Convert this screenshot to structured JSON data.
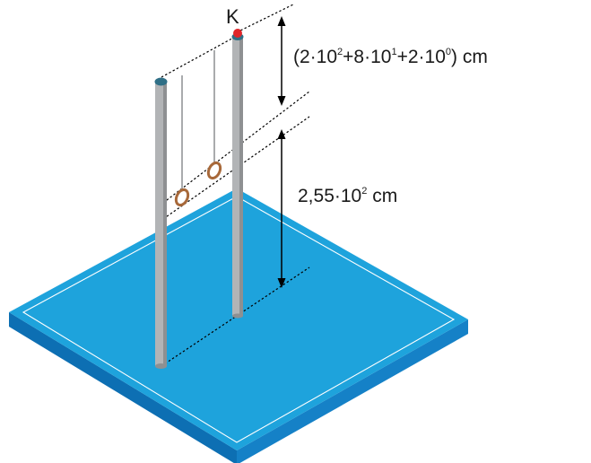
{
  "labels": {
    "top_point": "K",
    "upper_dimension": {
      "open": "(2·10",
      "exp1": "2",
      "part2": "+8·10",
      "exp2": "1",
      "part3": "+2·10",
      "exp3": "0",
      "close": ") cm"
    },
    "lower_dimension": {
      "base": "2,55·10",
      "exp": "2",
      "unit": " cm"
    }
  },
  "colors": {
    "mat_top": "#1ea3dc",
    "mat_front_left": "#0d6fb3",
    "mat_front_right": "#1581c7",
    "mat_border_line": "#ffffff",
    "pole": "#b2b4b6",
    "pole_shade": "#8e9092",
    "pole_cap": "#2f6f86",
    "rope": "#a9abad",
    "ring": "#a8693a",
    "point_k": "#e0262a",
    "dimension_line": "#000000"
  }
}
